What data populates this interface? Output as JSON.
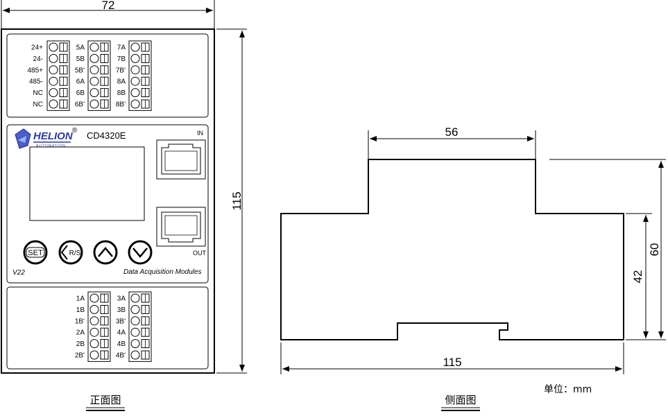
{
  "dimensions": {
    "front_width": "72",
    "front_height": "115",
    "side_top_width": "56",
    "side_total_width": "115",
    "side_body_height": "42",
    "side_total_height": "60"
  },
  "terminals": {
    "top_left": [
      "24+",
      "24-",
      "485+",
      "485-",
      "NC",
      "NC"
    ],
    "top_mid": [
      "5A",
      "5B",
      "5B'",
      "6A",
      "6B",
      "6B'"
    ],
    "top_right": [
      "7A",
      "7B",
      "7B'",
      "8A",
      "8B",
      "8B'"
    ],
    "bottom_left": [
      "1A",
      "1B",
      "1B'",
      "2A",
      "2B",
      "2B'"
    ],
    "bottom_right": [
      "3A",
      "3B",
      "3B'",
      "4A",
      "4B",
      "4B'"
    ]
  },
  "panel": {
    "brand": "HELION",
    "brand_sub": "AUTOMATION",
    "registered": "®",
    "model": "CD4320E",
    "port_in": "IN",
    "port_out": "OUT",
    "version": "V22",
    "description": "Data Acquisition Modules",
    "buttons": {
      "set": "SET",
      "rs": "R/S"
    }
  },
  "captions": {
    "front": "正面图",
    "side": "侧面图",
    "unit": "单位：mm"
  }
}
